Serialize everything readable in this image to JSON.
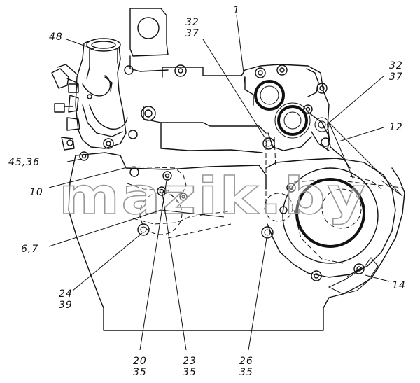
{
  "watermark": "mazik.by",
  "callouts": [
    {
      "id": "c1",
      "lines": [
        "1"
      ]
    },
    {
      "id": "c48",
      "lines": [
        "48"
      ]
    },
    {
      "id": "c32a",
      "lines": [
        "32",
        "37"
      ]
    },
    {
      "id": "c32b",
      "lines": [
        "32",
        "37"
      ]
    },
    {
      "id": "c12",
      "lines": [
        "12"
      ]
    },
    {
      "id": "c45",
      "lines": [
        "45,36"
      ]
    },
    {
      "id": "c10",
      "lines": [
        "10"
      ]
    },
    {
      "id": "c67",
      "lines": [
        "6,7"
      ]
    },
    {
      "id": "c24",
      "lines": [
        "24",
        "39"
      ]
    },
    {
      "id": "c14",
      "lines": [
        "14"
      ]
    },
    {
      "id": "c20",
      "lines": [
        "20",
        "35"
      ]
    },
    {
      "id": "c23",
      "lines": [
        "23",
        "35"
      ]
    },
    {
      "id": "c26",
      "lines": [
        "26",
        "35"
      ]
    }
  ]
}
